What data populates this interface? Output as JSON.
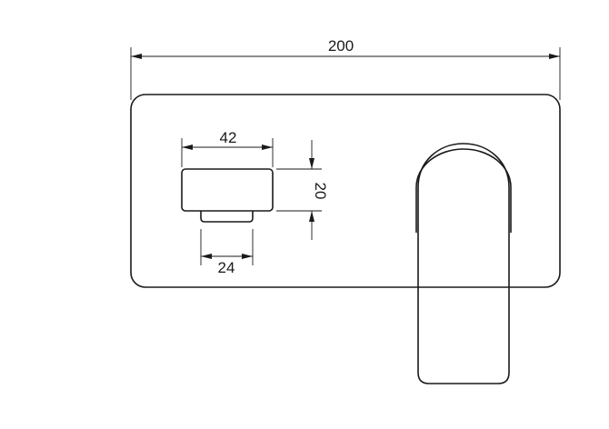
{
  "dimensions": {
    "overall_width": "200",
    "outlet_width": "42",
    "outlet_height": "20",
    "outlet_nozzle_width": "24"
  }
}
